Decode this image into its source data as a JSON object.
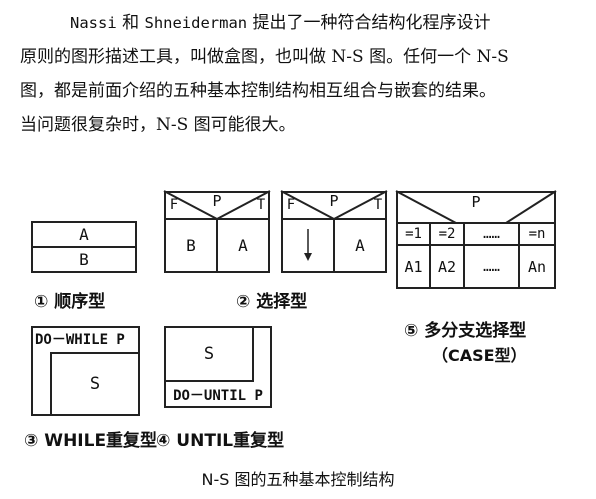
{
  "paragraph": {
    "line1_name1": "Nassi",
    "line1_and": "和",
    "line1_name2": "Shneiderman",
    "line1_rest": "提出了一种符合结构化程序设计",
    "line2": "原则的图形描述工具，叫做盒图，也叫做 N-S 图。任何一个 N-S",
    "line3": "图，都是前面介绍的五种基本控制结构相互组合与嵌套的结果。",
    "line4": "当问题很复杂时，N-S 图可能很大。"
  },
  "diagrams": {
    "sequence": {
      "top": "A",
      "bottom": "B",
      "caption": "① 顺序型"
    },
    "selection": {
      "condition": "P",
      "false_label": "F",
      "true_label": "T",
      "left": "B",
      "right": "A",
      "caption": "② 选择型"
    },
    "selection_empty": {
      "condition": "P",
      "false_label": "F",
      "true_label": "T",
      "right": "A"
    },
    "case": {
      "condition": "P",
      "case_labels": [
        "=1",
        "=2",
        "……",
        "=n"
      ],
      "case_values": [
        "A1",
        "A2",
        "……",
        "An"
      ],
      "caption1": "⑤ 多分支选择型",
      "caption2": "（CASE型）"
    },
    "do_while": {
      "header": "DO－WHILE P",
      "body": "S",
      "caption": "③ WHILE重复型"
    },
    "do_until": {
      "body": "S",
      "footer": "DO－UNTIL P",
      "caption": "④ UNTIL重复型"
    }
  },
  "figure_title": "N-S 图的五种基本控制结构"
}
